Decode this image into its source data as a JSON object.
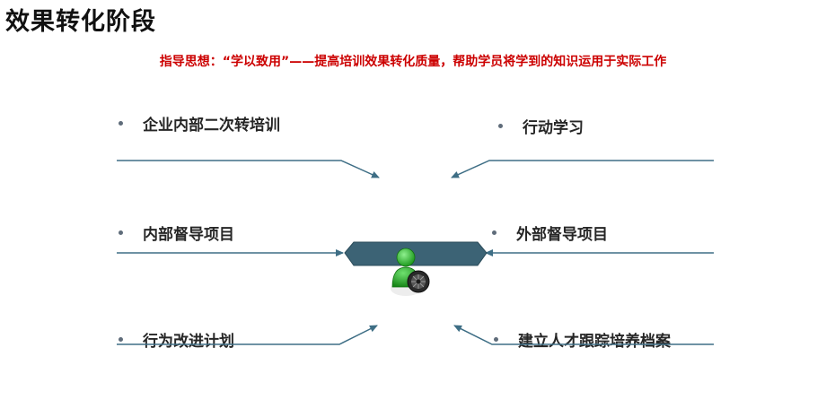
{
  "title": "效果转化阶段",
  "subtitle": "指导思想：“学以致用”——提高培训效果转化质量，帮助学员将学到的知识运用于实际工作",
  "items": {
    "top_left": "企业内部二次转培训",
    "top_right": "行动学习",
    "mid_left": "内部督导项目",
    "mid_right": "外部督导项目",
    "bottom_left": "行为改进计划",
    "bottom_right": "建立人才跟踪培养档案"
  },
  "icons": [
    "person-icon",
    "shutter-icon"
  ],
  "colors": {
    "line": "#3e6e85",
    "center_bar": "#3c6375",
    "person": "#2fb82f",
    "title": "#111111",
    "subtitle": "#cc0000"
  }
}
